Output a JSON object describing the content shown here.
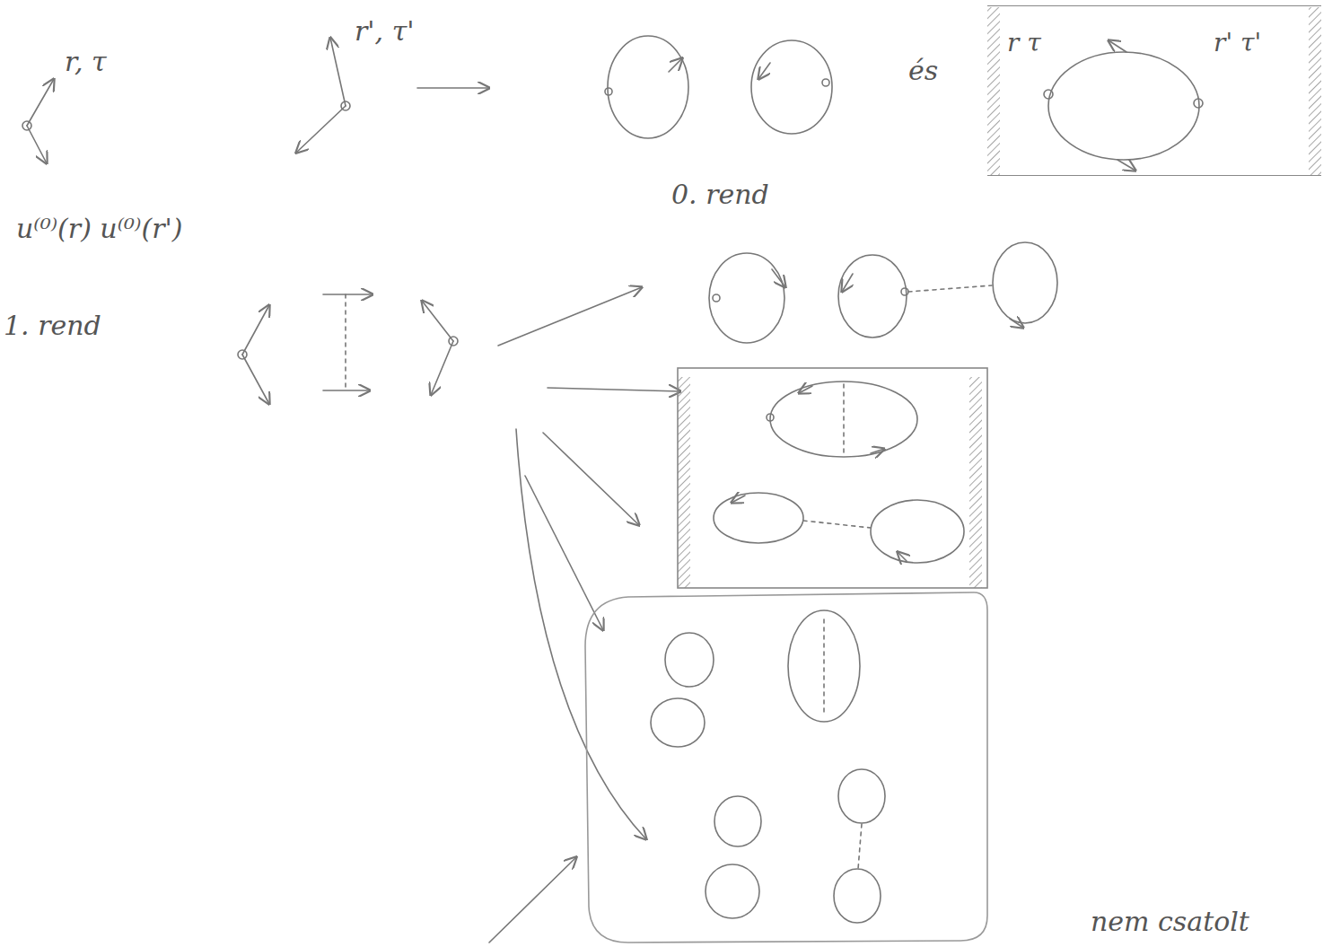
{
  "diagram": {
    "nodes": [
      {
        "text": [
          "r τ",
          "r' τ'"
        ]
      }
    ],
    "labels": [
      "r, τ",
      "r', τ'",
      "és",
      "0. rend",
      "u⁽⁰⁾(r) u⁽⁰⁾(r')",
      "1. rend",
      "nem csatolt"
    ]
  }
}
